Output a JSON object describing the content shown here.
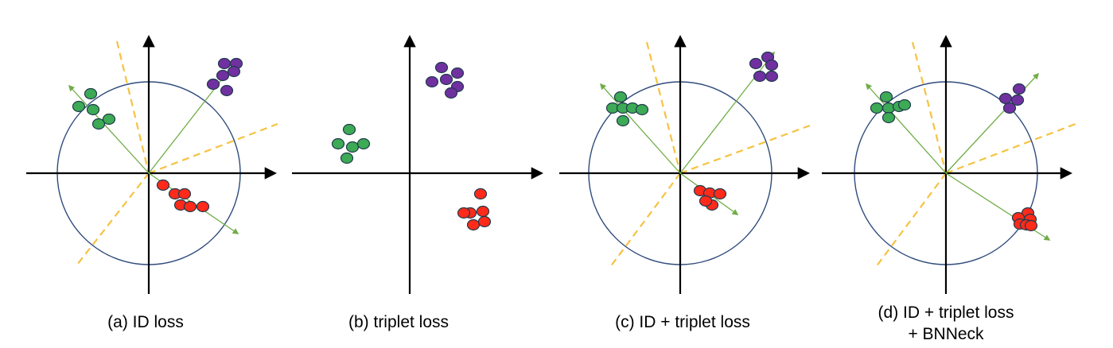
{
  "colors": {
    "axis": "#000000",
    "circle": "#2f4b7c",
    "boundary": "#f5c342",
    "vector": "#70ad47",
    "green": "#3daa55",
    "purple": "#7030a0",
    "red": "#ff2a1a",
    "dot_outline": "#1f3b4d"
  },
  "panels": [
    {
      "id": "a",
      "caption": [
        "(a) ID loss"
      ],
      "has_circle": true,
      "has_boundaries": true,
      "has_vectors": true
    },
    {
      "id": "b",
      "caption": [
        "(b) triplet loss"
      ],
      "has_circle": false,
      "has_boundaries": false,
      "has_vectors": false
    },
    {
      "id": "c",
      "caption": [
        "(c) ID + triplet loss"
      ],
      "has_circle": true,
      "has_boundaries": true,
      "has_vectors": true
    },
    {
      "id": "d",
      "caption": [
        "(d) ID + triplet loss",
        "+ BNNeck"
      ],
      "has_circle": true,
      "has_boundaries": true,
      "has_vectors": true
    }
  ]
}
